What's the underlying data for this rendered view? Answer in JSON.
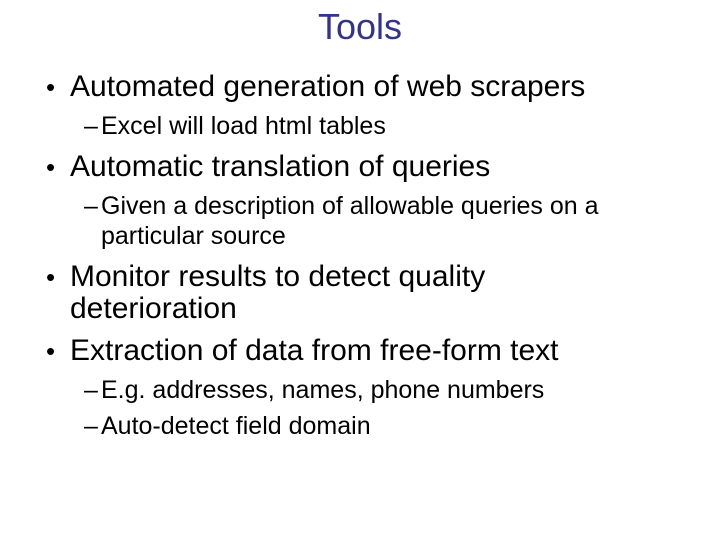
{
  "slide": {
    "background_color": "#ffffff",
    "text_color": "#000000",
    "title": {
      "text": "Tools",
      "color": "#333388"
    },
    "markers": {
      "level1": "•",
      "level2": "–"
    },
    "content": [
      {
        "level": 1,
        "text": "Automated generation of web scrapers"
      },
      {
        "level": 2,
        "text": "Excel will load html tables"
      },
      {
        "level": 1,
        "text": "Automatic translation of queries"
      },
      {
        "level": 2,
        "text": "Given a description of allowable queries on a particular source"
      },
      {
        "level": 1,
        "text": "Monitor results to detect quality deterioration"
      },
      {
        "level": 1,
        "text": "Extraction of data from free-form text"
      },
      {
        "level": 2,
        "text": "E.g. addresses, names, phone numbers"
      },
      {
        "level": 2,
        "text": "Auto-detect field domain"
      }
    ]
  }
}
